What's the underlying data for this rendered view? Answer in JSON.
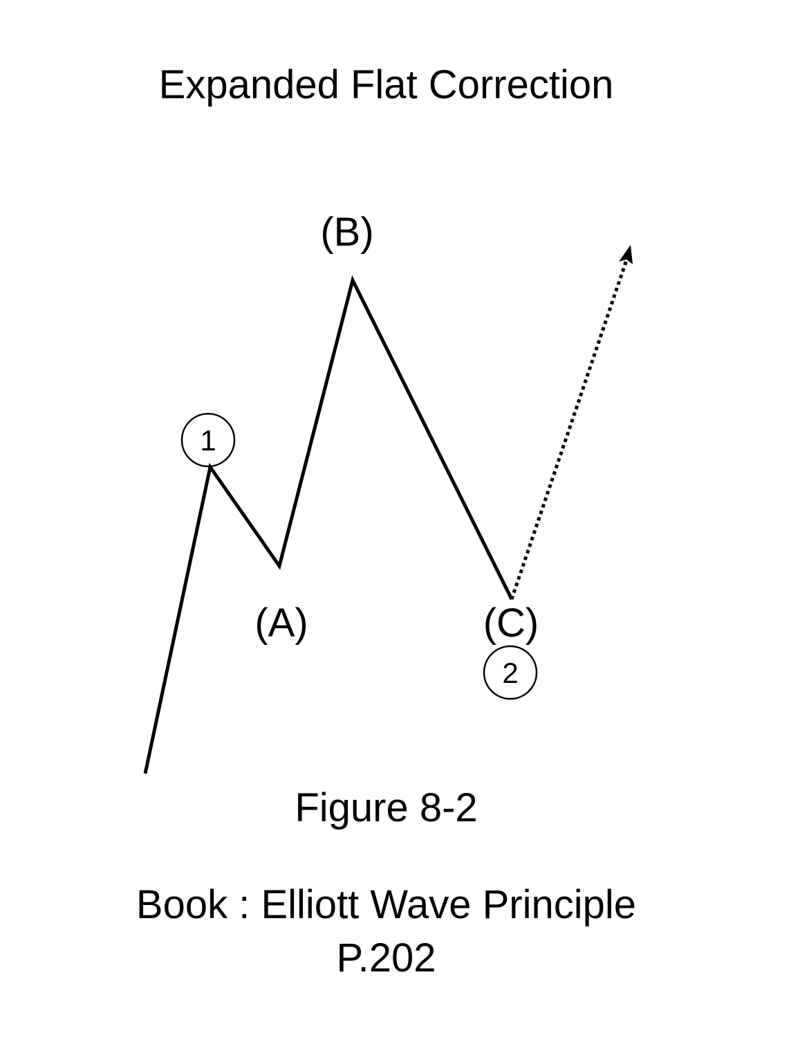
{
  "title": "Expanded Flat Correction",
  "diagram": {
    "wave_labels": {
      "one": "1",
      "a": "(A)",
      "b": "(B)",
      "c": "(C)",
      "two": "2"
    },
    "solid_path_sequence": [
      "start",
      "1",
      "(A)",
      "(B)",
      "(C)"
    ],
    "projection": "dotted arrow up from (C)/2",
    "line_color": "#000000"
  },
  "caption": {
    "figure": "Figure 8-2",
    "book": "Book : Elliott Wave Principle",
    "page": "P.202"
  }
}
